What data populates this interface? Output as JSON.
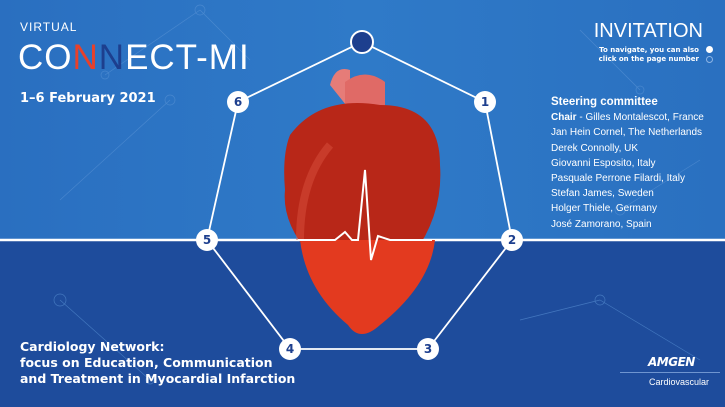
{
  "event": {
    "prefix": "VIRTUAL",
    "name_part1": "CO",
    "name_n1": "N",
    "name_n2": "N",
    "name_part2": "ECT-MI",
    "dates": "1–6 February 2021"
  },
  "invitation": {
    "title": "INVITATION",
    "nav_hint_line1": "To navigate, you can also",
    "nav_hint_line2": "click on the page number"
  },
  "committee": {
    "heading": "Steering committee",
    "chair_label": "Chair",
    "chair_name": " - Gilles Montalescot, France",
    "members": [
      "Jan Hein Cornel, The Netherlands",
      "Derek Connolly, UK",
      "Giovanni Esposito, Italy",
      "Pasquale Perrone Filardi, Italy",
      "Stefan James, Sweden",
      "Holger Thiele, Germany",
      "José Zamorano, Spain"
    ]
  },
  "pages": [
    "1",
    "2",
    "3",
    "4",
    "5",
    "6"
  ],
  "footer": {
    "line1": "Cardiology Network:",
    "line2": "focus on Education, Communication",
    "line3": "and Treatment in Myocardial Infarction"
  },
  "sponsor": {
    "logo": "AMGEN",
    "division": "Cardiovascular"
  },
  "colors": {
    "top": "#2d72c0",
    "bottom": "#1e4c9c",
    "accent": "#e8402a",
    "navy": "#1d3f8e"
  }
}
